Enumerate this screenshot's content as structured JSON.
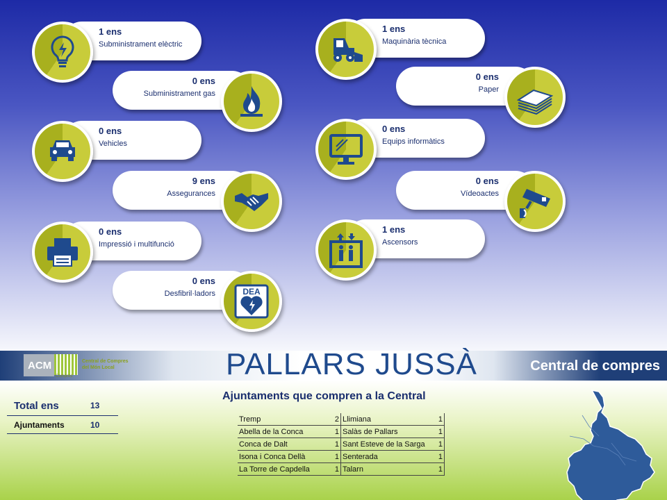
{
  "categories_left": [
    {
      "count": "1 ens",
      "label": "Subministrament elèctric",
      "icon": "lightbulb-icon"
    },
    {
      "count": "0 ens",
      "label": "Subministrament gas",
      "icon": "gas-flame-icon"
    },
    {
      "count": "0 ens",
      "label": "Vehicles",
      "icon": "car-icon"
    },
    {
      "count": "9 ens",
      "label": "Assegurances",
      "icon": "handshake-icon"
    },
    {
      "count": "0 ens",
      "label": "Impressió i multifunció",
      "icon": "printer-icon"
    },
    {
      "count": "0 ens",
      "label": "Desfibril·ladors",
      "icon": "defibrillator-icon",
      "icon_text": "DEA"
    }
  ],
  "categories_right": [
    {
      "count": "1 ens",
      "label": "Maquinària tècnica",
      "icon": "skid-loader-icon"
    },
    {
      "count": "0 ens",
      "label": "Paper",
      "icon": "paper-stack-icon"
    },
    {
      "count": "0 ens",
      "label": "Equips informàtics",
      "icon": "monitor-icon"
    },
    {
      "count": "0 ens",
      "label": "Vídeoactes",
      "icon": "video-camera-icon"
    },
    {
      "count": "1 ens",
      "label": "Ascensors",
      "icon": "elevator-icon"
    }
  ],
  "header": {
    "logo_text": "ACM",
    "logo_sub": "Compres",
    "logo_caption_1": "Central de Compres",
    "logo_caption_2": "del Món Local",
    "region": "PALLARS JUSSÀ",
    "central": "Central de compres"
  },
  "totals": [
    {
      "label": "Total ens",
      "value": "13"
    },
    {
      "label": "Ajuntaments",
      "value": "10"
    }
  ],
  "ajuntaments_title": "Ajuntaments que compren a la Central",
  "ajuntaments": [
    [
      "Tremp",
      "2",
      "Llimiana",
      "1"
    ],
    [
      "Abella de la Conca",
      "1",
      "Salàs de Pallars",
      "1"
    ],
    [
      "Conca de Dalt",
      "1",
      "Sant Esteve  de la Sarga",
      "1"
    ],
    [
      "Isona i Conca Dellà",
      "1",
      "Senterada",
      "1"
    ],
    [
      "La Torre de Capdella",
      "1",
      "Talarn",
      "1"
    ]
  ],
  "colors": {
    "navy": "#1a2e6e",
    "icon_blue": "#1f4a8d",
    "olive": "#c8cc3a"
  }
}
